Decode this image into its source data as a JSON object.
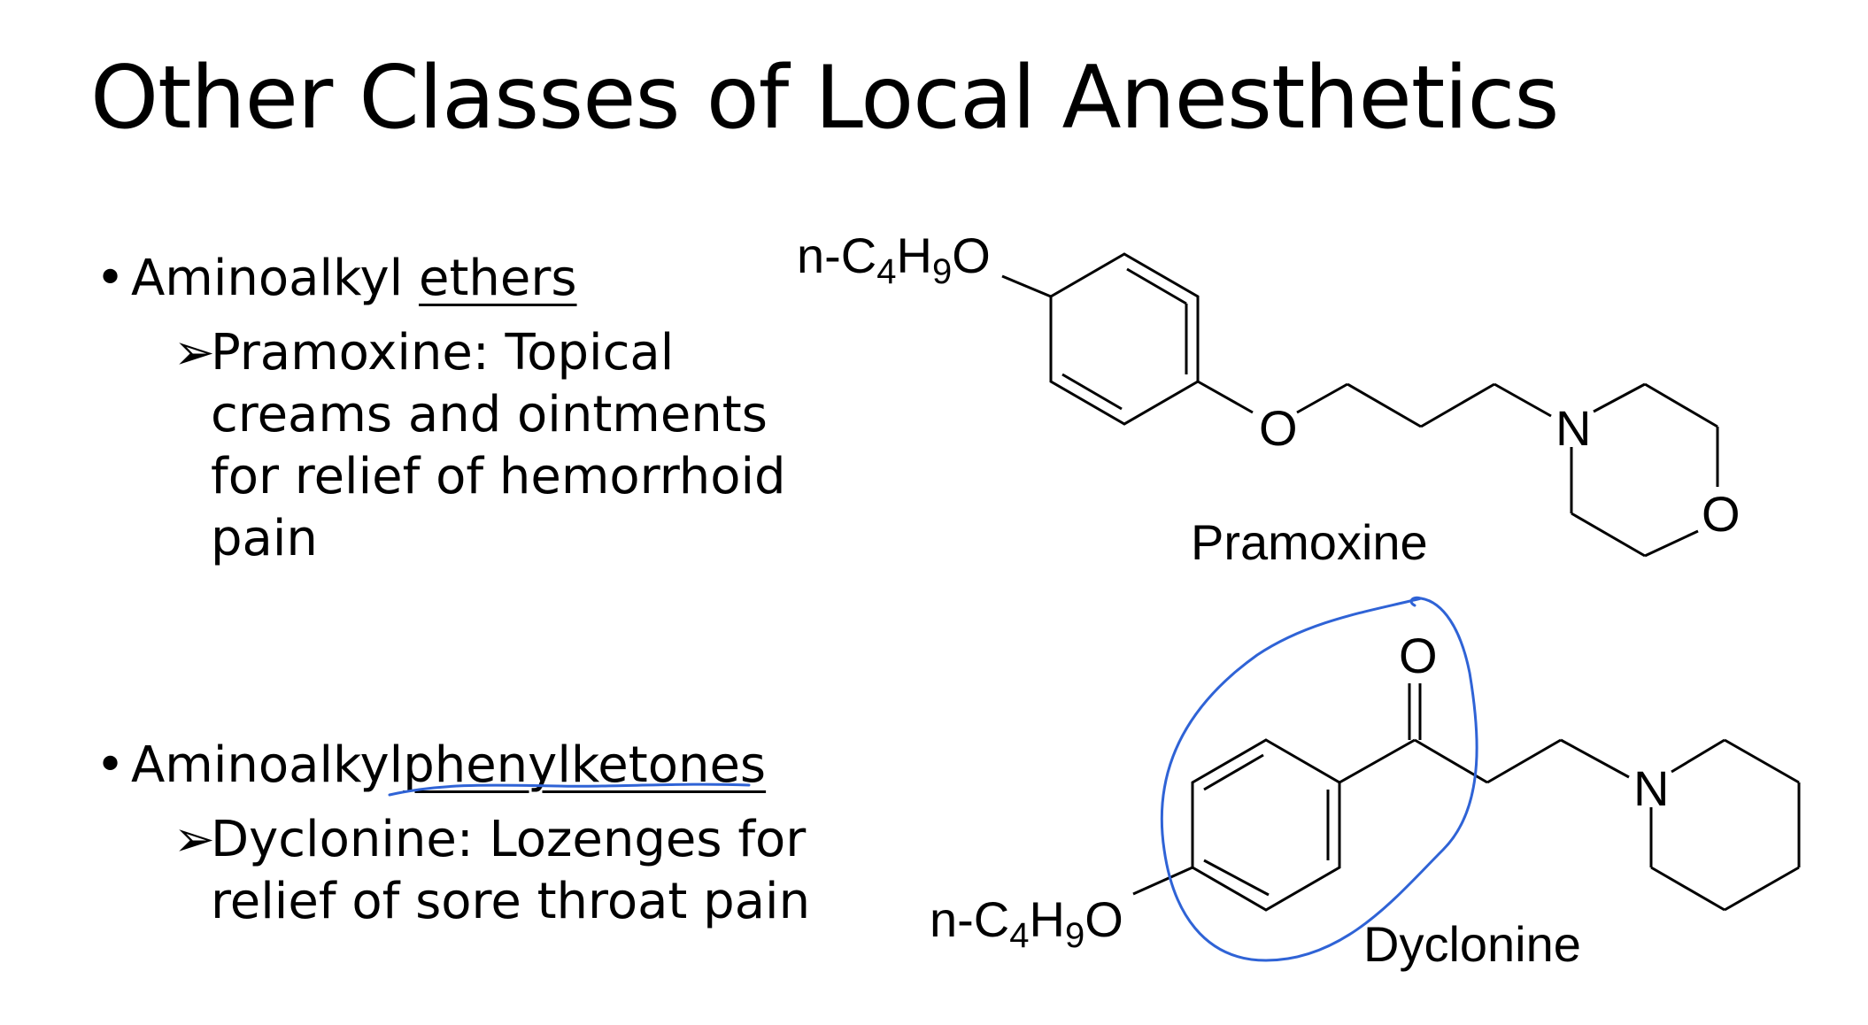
{
  "slide": {
    "title": "Other Classes of Local Anesthetics",
    "bullet1": {
      "prefix": "Aminoalkyl ",
      "underlined": "ethers",
      "sub_lines": [
        "Pramoxine: Topical",
        "creams and ointments",
        "for relief of hemorrhoid",
        "pain"
      ]
    },
    "bullet2": {
      "prefix": "Aminoalkyl",
      "underlined": "phenylketones",
      "sub_lines": [
        "Dyclonine: Lozenges for",
        "relief of sore throat pain"
      ]
    },
    "bullet_glyph": "•",
    "arrow_glyph": "➢"
  },
  "structures": {
    "pramoxine": {
      "name": "Pramoxine",
      "substituent": {
        "prefix": "n-C",
        "sub1": "4",
        "mid": "H",
        "sub2": "9",
        "suffix": "O"
      },
      "ether_oxygen": "O",
      "ring_nitrogen": "N",
      "ring_oxygen": "O"
    },
    "dyclonine": {
      "name": "Dyclonine",
      "substituent": {
        "prefix": "n-C",
        "sub1": "4",
        "mid": "H",
        "sub2": "9",
        "suffix": "O"
      },
      "carbonyl_oxygen": "O",
      "ring_nitrogen": "N"
    }
  },
  "colors": {
    "text": "#000000",
    "annotation": "#2f63d6",
    "background": "#ffffff"
  }
}
